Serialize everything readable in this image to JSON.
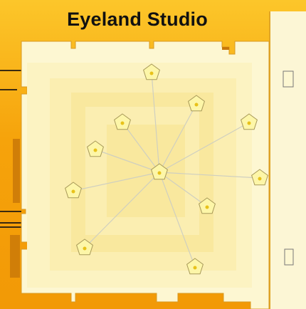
{
  "title": "Eyeland Studio",
  "colors": {
    "background_orange": "#f7a90f",
    "floor_base": "#fdf7d2",
    "floor_ring_1": "#fcf3c2",
    "floor_ring_2": "#fbeeb1",
    "floor_ring_3": "#f9e89e",
    "link_line": "#cfcfc0",
    "marker_fill": "#fdf6a8",
    "marker_stroke": "#a89a5a",
    "marker_dot": "#e8c21a"
  },
  "map": {
    "hub": {
      "id": "hub",
      "icon": "pentagon-marker-icon"
    },
    "locations": [
      {
        "id": "loc-top",
        "icon": "pentagon-marker-icon"
      },
      {
        "id": "loc-upper-right",
        "icon": "pentagon-marker-icon"
      },
      {
        "id": "loc-upper-left",
        "icon": "pentagon-marker-icon"
      },
      {
        "id": "loc-far-right-top",
        "icon": "pentagon-marker-icon"
      },
      {
        "id": "loc-left-mid",
        "icon": "pentagon-marker-icon"
      },
      {
        "id": "loc-right-mid",
        "icon": "pentagon-marker-icon"
      },
      {
        "id": "loc-left-lower",
        "icon": "pentagon-marker-icon"
      },
      {
        "id": "loc-right-lower",
        "icon": "pentagon-marker-icon"
      },
      {
        "id": "loc-bottom-left",
        "icon": "pentagon-marker-icon"
      },
      {
        "id": "loc-bottom",
        "icon": "pentagon-marker-icon"
      }
    ]
  }
}
